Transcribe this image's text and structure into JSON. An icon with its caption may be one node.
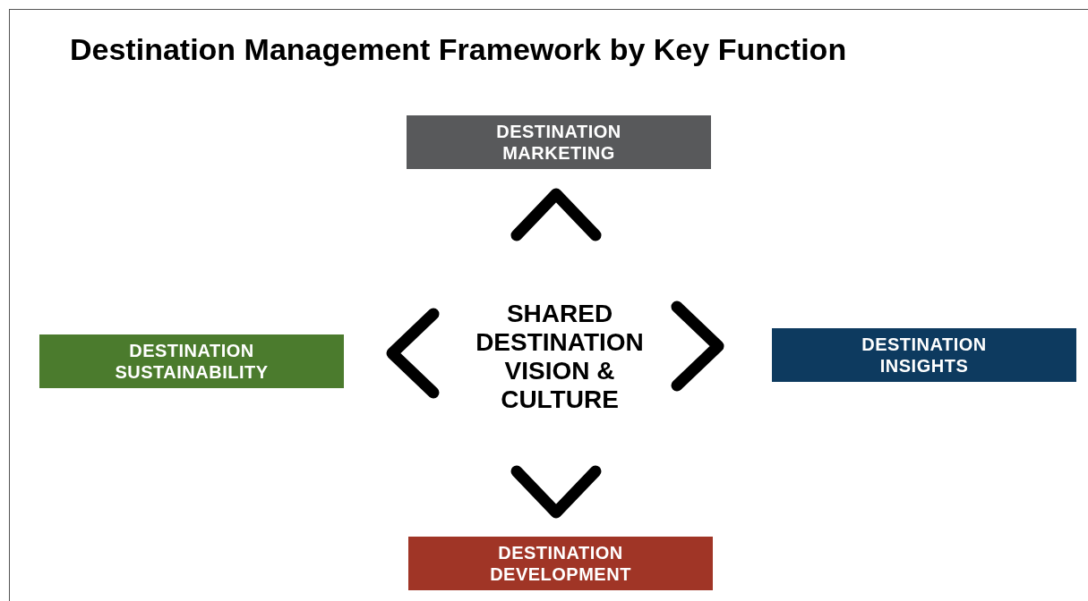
{
  "diagram": {
    "title": "Destination Management Framework by Key Function",
    "nodes": [
      {
        "text": [
          "SHARED DESTINATION VISION & CULTURE"
        ]
      },
      {
        "text": [
          "DESTINATION MARKETING"
        ]
      },
      {
        "text": [
          "DESTINATION SUSTAINABILITY"
        ]
      },
      {
        "text": [
          "DESTINATION INSIGHTS"
        ]
      },
      {
        "text": [
          "DESTINATION DEVELOPMENT"
        ]
      }
    ],
    "edges": [
      {
        "from": 0,
        "to": 1,
        "arrow": "to"
      },
      {
        "from": 0,
        "to": 2,
        "arrow": "to"
      },
      {
        "from": 0,
        "to": 3,
        "arrow": "to"
      },
      {
        "from": 0,
        "to": 4,
        "arrow": "to"
      }
    ]
  }
}
